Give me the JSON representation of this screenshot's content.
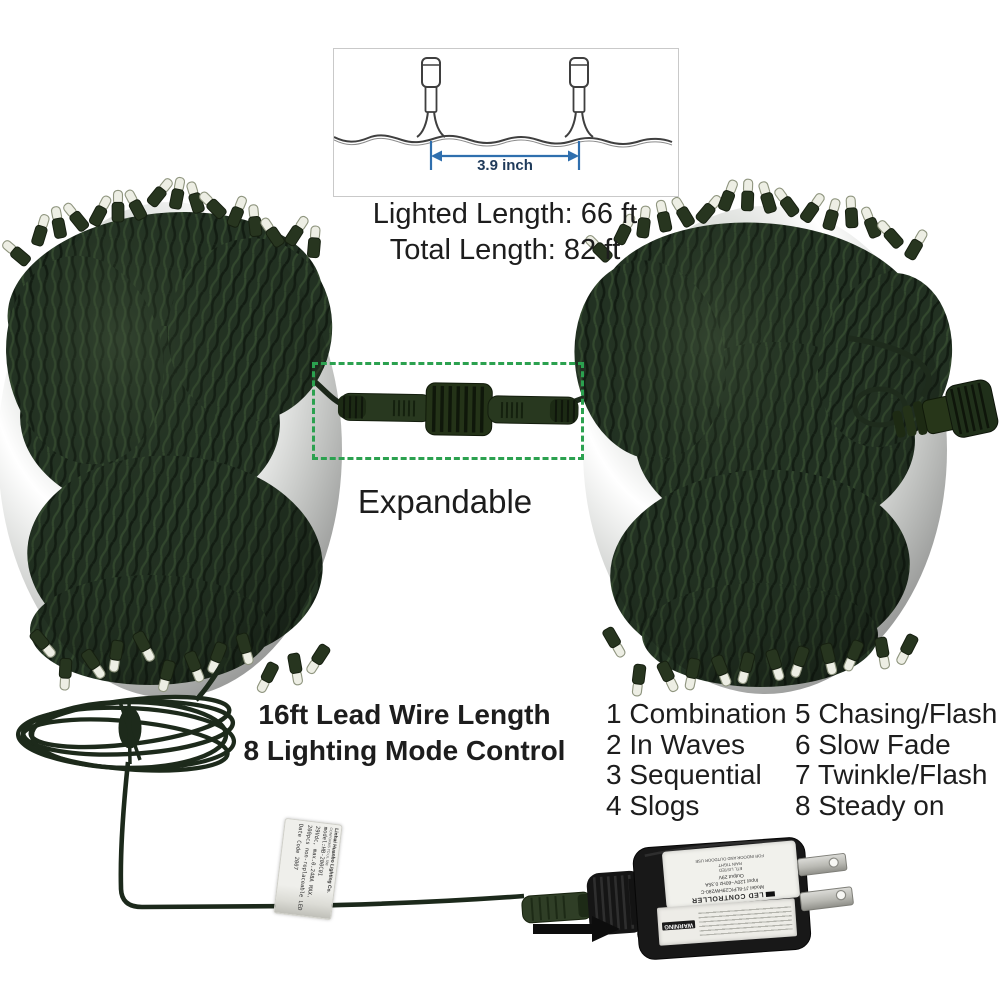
{
  "colors": {
    "background": "#ffffff",
    "text": "#1d1d1d",
    "dimension_blue": "#2f6fae",
    "dashed_green": "#2ba14f",
    "wire_green": "#1e2b1c",
    "adapter_black": "#181818"
  },
  "spacing_inset": {
    "dimension": "3.9 inch"
  },
  "lengths": {
    "lighted": "Lighted Length: 66 ft",
    "total": "Total Length: 82 ft"
  },
  "expandable": {
    "label": "Expandable"
  },
  "lead_wire": {
    "line1": "16ft Lead Wire Length",
    "line2": "8 Lighting Mode Control"
  },
  "modes": {
    "col1": [
      "1 Combination",
      "2 In Waves",
      "3 Sequential",
      "4 Slogs"
    ],
    "col2": [
      "5 Chasing/Flash",
      "6 Slow Fade",
      "7 Twinkle/Flash",
      "8 Steady on"
    ]
  },
  "wire_tag": {
    "company": "Linhai Huanbo Lighting Co.",
    "conforms": "CONFORMS TO UL 588",
    "model": "model:HB-200C01",
    "rating": "29Vdc, max.0.248A MAX.",
    "lamps": "200pcs non-replaceable LED",
    "date_code": "Date Code 2007"
  },
  "adapter": {
    "title": "LED CONTROLLER",
    "model": "Model JT-8LP/C29HW280-C",
    "input": "Input 120V~60Hz 0.35A",
    "output": "Output 29V",
    "cert": "ETL LISTED",
    "rating": "RAIN TIGHT",
    "usage": "FOR INDOOR AND OUTDOOR USE",
    "warning": "WARNING"
  }
}
